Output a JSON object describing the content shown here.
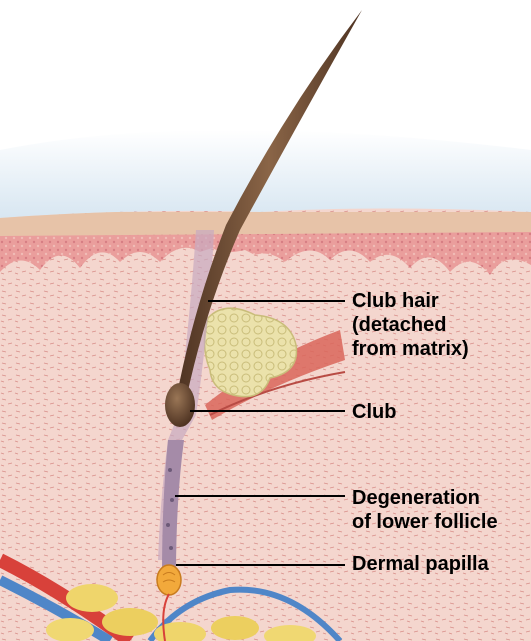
{
  "labels": {
    "club_hair": [
      "Club hair",
      "(detached",
      "from matrix)"
    ],
    "club": "Club",
    "degeneration": [
      "Degeneration",
      "of lower follicle"
    ],
    "dermal_papilla": "Dermal papilla"
  },
  "colors": {
    "sky": "#dbe8f2",
    "dermis": "#f3d3cb",
    "epidermis": "#e8a7a0",
    "hair": "#6b4a32",
    "follicle_sheath": "#b59ab0",
    "sebaceous_gland": "#e8dfa6",
    "muscle": "#d9665a",
    "fat": "#efd56b",
    "papilla": "#f2a93b",
    "artery": "#d8413a",
    "vein": "#4f86c8",
    "leader_line": "#000000"
  }
}
